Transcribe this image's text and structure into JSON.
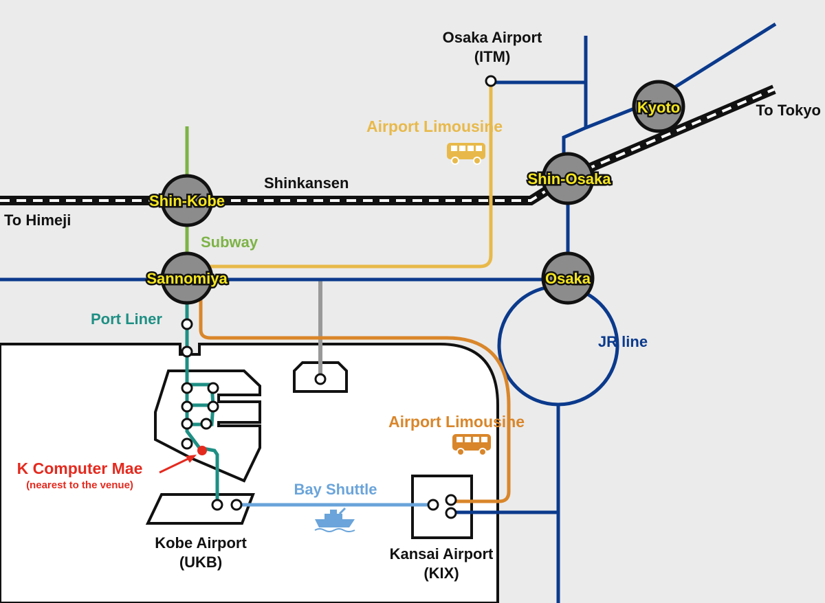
{
  "labels": {
    "osaka_airport": "Osaka Airport",
    "osaka_airport_code": "(ITM)",
    "to_tokyo": "To Tokyo",
    "to_himeji": "To Himeji",
    "shinkansen": "Shinkansen",
    "subway": "Subway",
    "port_liner": "Port Liner",
    "airport_limousine_top": "Airport Limousine",
    "airport_limousine_bottom": "Airport Limousine",
    "jr_line": "JR line",
    "bay_shuttle": "Bay Shuttle",
    "k_computer_mae": "K Computer Mae",
    "nearest_note": "(nearest to the venue)",
    "kobe_airport": "Kobe Airport",
    "kobe_airport_code": "(UKB)",
    "kansai_airport": "Kansai Airport",
    "kansai_airport_code": "(KIX)"
  },
  "stations": {
    "kyoto": "Kyoto",
    "shin_osaka": "Shin-Osaka",
    "shin_kobe": "Shin-Kobe",
    "sannomiya": "Sannomiya",
    "osaka": "Osaka"
  },
  "icons": {
    "bus": "bus-icon",
    "ship": "ship-icon"
  },
  "colors": {
    "background": "#ebebeb",
    "land": "#ffffff",
    "jr_line": "#0b3a8c",
    "shinkansen": "#111111",
    "subway": "#7db346",
    "port_liner": "#1e8f84",
    "limousine_itm": "#e8b94a",
    "limousine_kix": "#d9862a",
    "bay_shuttle": "#6aa4da",
    "station_fill": "#8c8c8c",
    "station_label": "#f5e61e",
    "highlight": "#e42a1f"
  }
}
